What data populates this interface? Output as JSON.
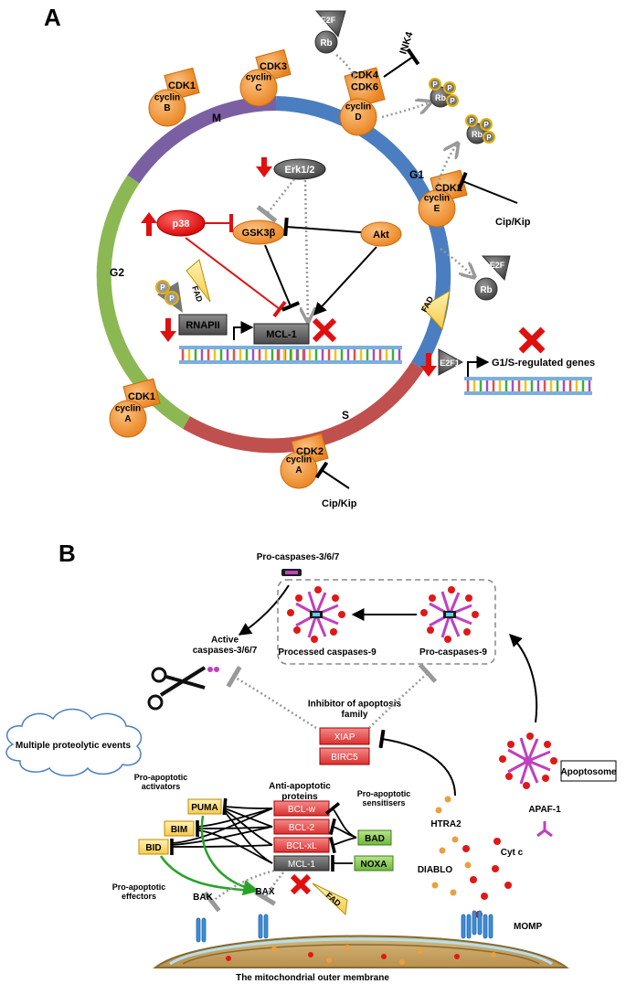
{
  "panel_a": {
    "label": "A",
    "phases": {
      "m": "M",
      "g1": "G1",
      "s": "S",
      "g2": "G2"
    },
    "colors": {
      "m": "#7b5fa3",
      "g1": "#4a7ec0",
      "s": "#c0504d",
      "g2": "#8cb854",
      "node": "#f08c2e",
      "drug": "#f2ee1a",
      "inhibit_red": "#e01010"
    },
    "complexes": [
      {
        "kinase": "CDK1",
        "cyclin": "cyclin\nB"
      },
      {
        "kinase": "CDK3",
        "cyclin": "cyclin\nC"
      },
      {
        "kinase": "CDK4\nCDK6",
        "cyclin": "cyclin\nD"
      },
      {
        "kinase": "CDK2",
        "cyclin": "cyclin\nE"
      },
      {
        "kinase": "CDK1",
        "cyclin": "cyclin\nA"
      },
      {
        "kinase": "CDK2",
        "cyclin": "cyclin\nA"
      }
    ],
    "e2f": "E2F",
    "rb": "Rb",
    "p": "P",
    "ink4": "INK4",
    "cip_kip_1": "Cip/Kip",
    "cip_kip_2": "Cip/Kip",
    "erk": "Erk1/2",
    "gsk": "GSK3β",
    "akt": "Akt",
    "p38": "p38",
    "rnapii": "RNAPII",
    "mcl1": "MCL-1",
    "fad": "FAD",
    "e2f1": "E2F1",
    "g1s_genes": "G1/S-regulated genes"
  },
  "panel_b": {
    "label": "B",
    "pro_caspases_367": "Pro-caspases-3/6/7",
    "active_caspases": "Active\ncaspases-3/6/7",
    "processed_caspases9": "Processed caspases-9",
    "pro_caspases9": "Pro-caspases-9",
    "multiple_events": "Multiple proteolytic events",
    "iap_family": "Inhibitor of apoptosis\nfamily",
    "xiap": "XIAP",
    "birc5": "BIRC5",
    "apoptosome": "Apoptosome",
    "apaf1": "APAF-1",
    "htra2": "HTRA2",
    "diablo": "DIABLO",
    "cyt_c": "Cyt c",
    "momp": "MOMP",
    "pro_apoptotic_activators": "Pro-apoptotic\nactivators",
    "anti_apoptotic_proteins": "Anti-apoptotic\nproteins",
    "pro_apoptotic_sensitisers": "Pro-apoptotic\nsensitisers",
    "puma": "PUMA",
    "bim": "BIM",
    "bid": "BID",
    "bcl_w": "BCL-w",
    "bcl_2": "BCL-2",
    "bcl_xl": "BCL-xL",
    "mcl1": "MCL-1",
    "bad": "BAD",
    "noxa": "NOXA",
    "fad": "FAD",
    "pro_apoptotic_effectors": "Pro-apoptotic\neffectors",
    "bak": "BAK",
    "bax": "BAX",
    "membrane_title": "The mitochondrial outer membrane"
  }
}
